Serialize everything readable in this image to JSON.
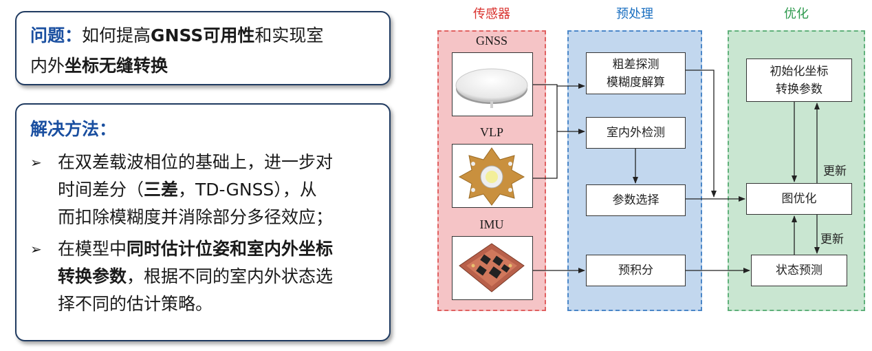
{
  "problem": {
    "label": "问题",
    "colon": "：",
    "part1": "如何提高",
    "bold1": "GNSS可用性",
    "part2": "和实现室",
    "part3": "内外",
    "bold2": "坐标无缝转换"
  },
  "method": {
    "heading": "解决方法：",
    "bullets": [
      {
        "line1": "在双差载波相位的基础上，进一步对",
        "line2a": "时间差分（",
        "line2b": "三差",
        "line2c": "，TD-GNSS），从",
        "line3": "而扣除模糊度并消除部分多径效应；"
      },
      {
        "line1a": "在模型中",
        "line1b": "同时估计位姿和室内外坐标",
        "line2a": "转换参数",
        "line2b": "，根据不同的室内外状态选",
        "line3": "择不同的估计策略。"
      }
    ]
  },
  "diagram": {
    "columns": {
      "sensors": {
        "title": "传感器",
        "color": "#d9302c"
      },
      "preprocess": {
        "title": "预处理",
        "color": "#1a6fc0"
      },
      "optimize": {
        "title": "优化",
        "color": "#2e9a4e"
      }
    },
    "zone_colors": {
      "sensors_fill": "#f5c4c6",
      "sensors_border": "#e06060",
      "preprocess_fill": "#c2d7ee",
      "preprocess_border": "#4a86c8",
      "optimize_fill": "#c9e6d1",
      "optimize_border": "#5fb07a"
    },
    "sensors": [
      "GNSS",
      "VLP",
      "IMU"
    ],
    "boxes": {
      "gross_error": "粗差探测\n模糊度解算",
      "indoor_outdoor": "室内外检测",
      "param_select": "参数选择",
      "preintegration": "预积分",
      "init_params": "初始化坐标\n转换参数",
      "graph_opt": "图优化",
      "state_predict": "状态预测"
    },
    "update_labels": [
      "更新",
      "更新"
    ]
  }
}
